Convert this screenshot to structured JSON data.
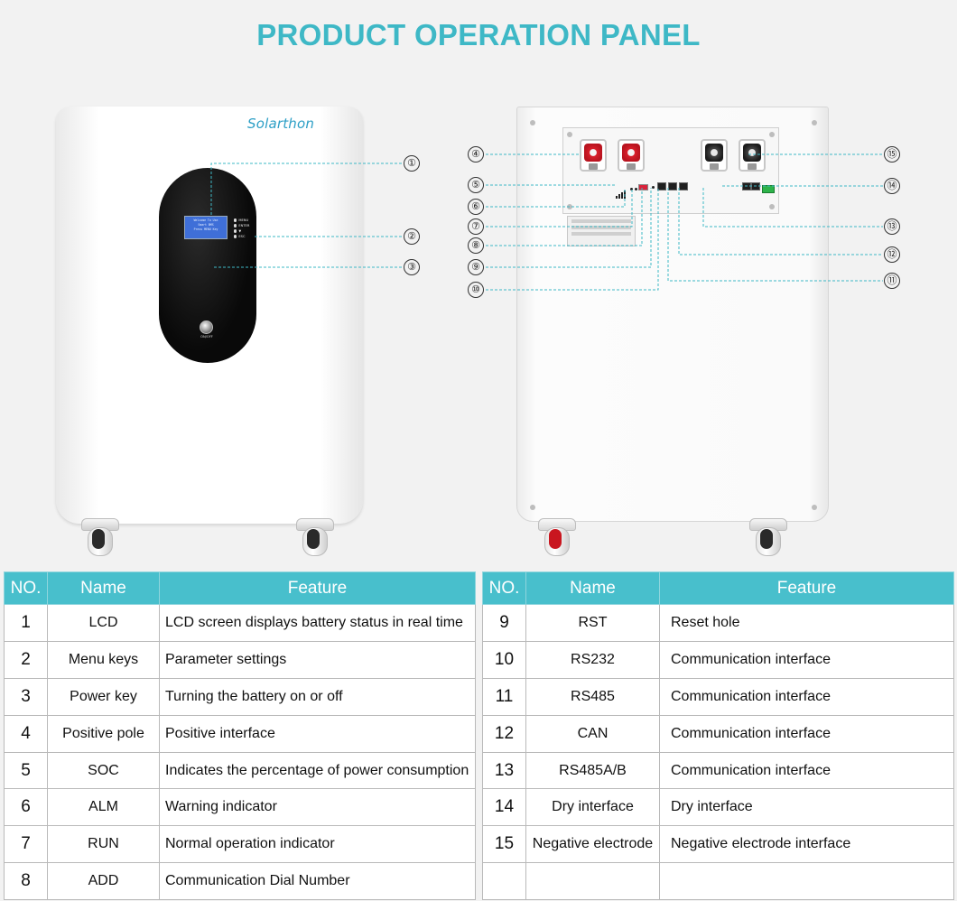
{
  "title": "PRODUCT OPERATION PANEL",
  "brand": "Solarthon",
  "front_panel": {
    "lcd_lines": [
      "Welcome To Use",
      "Smart BMS",
      "Press MENU Key"
    ],
    "menu_keys": [
      "MENU",
      "ENTER",
      "▼",
      "ESC"
    ],
    "power_label": "ON/OFF"
  },
  "callouts": [
    "①",
    "②",
    "③",
    "④",
    "⑤",
    "⑥",
    "⑦",
    "⑧",
    "⑨",
    "⑩",
    "⑪",
    "⑫",
    "⑬",
    "⑭",
    "⑮"
  ],
  "colors": {
    "accent": "#3eb8c6",
    "header_bg": "#48bfcc"
  },
  "table_headers": {
    "no": "NO.",
    "name": "Name",
    "feature": "Feature"
  },
  "left_table": [
    {
      "no": "1",
      "name": "LCD",
      "feature": "LCD screen displays battery status in real time"
    },
    {
      "no": "2",
      "name": "Menu keys",
      "feature": "Parameter settings"
    },
    {
      "no": "3",
      "name": "Power key",
      "feature": "Turning the battery on or off"
    },
    {
      "no": "4",
      "name": "Positive pole",
      "feature": "Positive interface"
    },
    {
      "no": "5",
      "name": "SOC",
      "feature": "Indicates the percentage of power consumption"
    },
    {
      "no": "6",
      "name": "ALM",
      "feature": "Warning indicator"
    },
    {
      "no": "7",
      "name": "RUN",
      "feature": "Normal operation indicator"
    },
    {
      "no": "8",
      "name": "ADD",
      "feature": "Communication Dial Number"
    }
  ],
  "right_table": [
    {
      "no": "9",
      "name": "RST",
      "feature": "Reset hole"
    },
    {
      "no": "10",
      "name": "RS232",
      "feature": "Communication interface"
    },
    {
      "no": "11",
      "name": "RS485",
      "feature": "Communication interface"
    },
    {
      "no": "12",
      "name": "CAN",
      "feature": "Communication interface"
    },
    {
      "no": "13",
      "name": "RS485A/B",
      "feature": "Communication interface"
    },
    {
      "no": "14",
      "name": "Dry interface",
      "feature": "Dry interface"
    },
    {
      "no": "15",
      "name": "Negative electrode",
      "feature": "Negative electrode interface"
    },
    {
      "no": "",
      "name": "",
      "feature": ""
    }
  ]
}
